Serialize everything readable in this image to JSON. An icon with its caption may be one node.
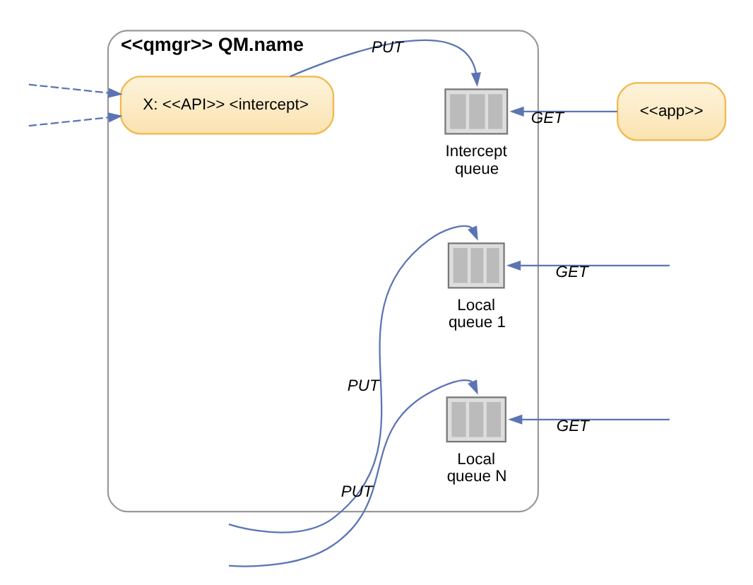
{
  "diagram": {
    "nodes": [
      {
        "text": [
          "<<qmgr>> QM.name"
        ]
      },
      {
        "text": [
          "Local queue 1"
        ],
        "in": 0
      },
      {
        "text": [
          "X: <<API>> <intercept>"
        ],
        "in": 0
      },
      {
        "text": [
          "Intercept queue"
        ],
        "in": 0
      },
      {
        "text": [
          "Local queue N"
        ],
        "in": 0
      },
      {
        "text": [
          "<<app>>"
        ]
      }
    ],
    "edges": [
      {
        "from": null,
        "to": 1,
        "arrow": "to",
        "label": "PUT"
      },
      {
        "from": null,
        "to": 2,
        "arrow": "to",
        "style": "dashed"
      },
      {
        "from": 2,
        "to": 3,
        "arrow": "to",
        "label": "PUT"
      },
      {
        "from": null,
        "to": 4,
        "arrow": "to",
        "label": "PUT"
      },
      {
        "from": null,
        "to": 2,
        "arrow": "to",
        "style": "dashed"
      },
      {
        "from": null,
        "to": 1,
        "arrow": "to",
        "label": "GET"
      },
      {
        "from": 5,
        "to": 3,
        "arrow": "to",
        "label": "GET"
      },
      {
        "from": null,
        "to": 4,
        "arrow": "to",
        "label": "GET"
      }
    ]
  }
}
